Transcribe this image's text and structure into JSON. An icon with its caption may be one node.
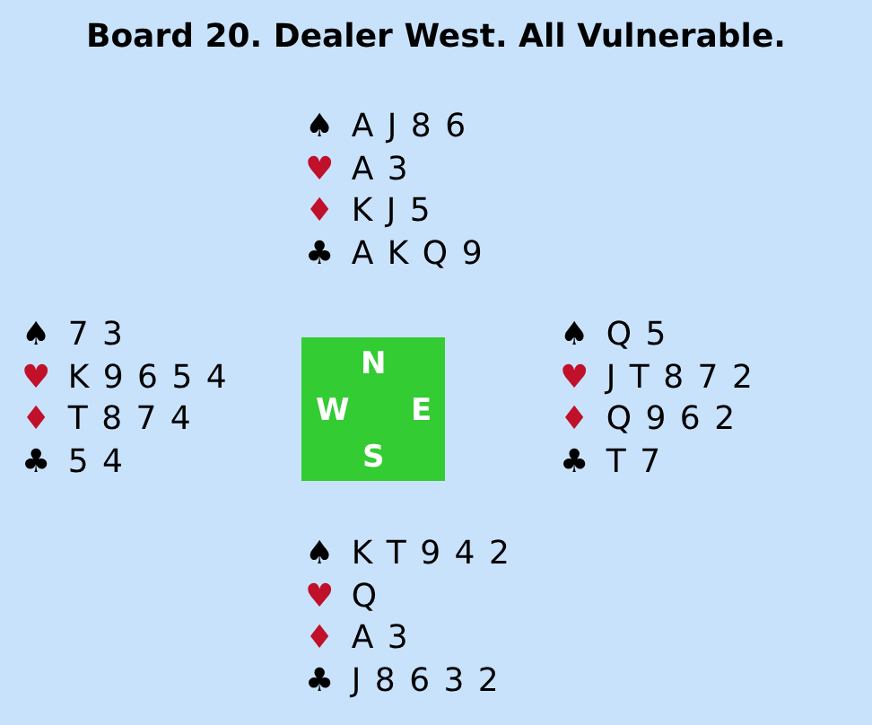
{
  "diagram": {
    "title": "Board 20. Dealer West. All Vulnerable.",
    "nodes": [
      {
        "text": [
          "N",
          "W",
          "E",
          "S"
        ]
      }
    ],
    "labels": [
      "♠ A J 8 6",
      "♥ A 3",
      "♦ K J 5",
      "♣ A K Q 9",
      "♠ 7 3",
      "♥ K 9 6 5 4",
      "♦ T 8 7 4",
      "♣ 5 4",
      "♠ Q 5",
      "♥ J T 8 7 2",
      "♦ Q 9 6 2",
      "♣ T 7",
      "♠ K T 9 4 2",
      "♥ Q",
      "♦ A 3",
      "♣ J 8 6 3 2"
    ]
  }
}
